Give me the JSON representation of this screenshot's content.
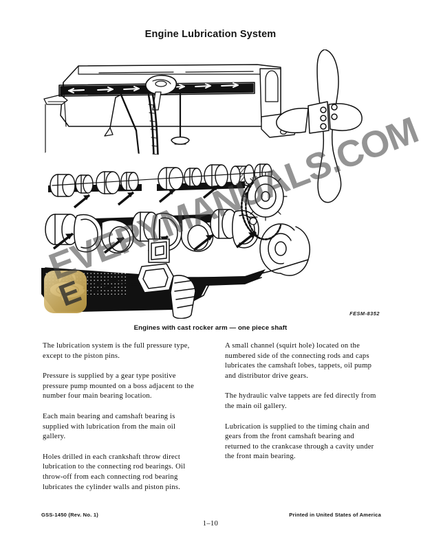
{
  "document": {
    "title": "Engine Lubrication System",
    "page_number": "1–10"
  },
  "figure": {
    "caption": "Engines with cast rocker arm — one piece shaft",
    "code": "FESM-8352",
    "subject": "engine-lubrication-cutaway",
    "components": [
      "rocker arm shaft",
      "oil flow arrows",
      "valve",
      "push rod",
      "camshaft",
      "camshaft bearings",
      "crankshaft",
      "main bearings",
      "connecting rods",
      "oil pan sump",
      "oil pump",
      "oil pickup screen",
      "timing chain",
      "camshaft sprocket",
      "crankshaft pulley",
      "cooling fan",
      "distributor drive"
    ]
  },
  "watermark": {
    "text": "EVERYMANUALS.COM",
    "logo_letter": "E",
    "color": "#404040",
    "badge_color": "#cdae62"
  },
  "body": {
    "left_column": [
      "The lubrication system is the full pressure type, except to the piston pins.",
      "Pressure is supplied by a gear type positive pressure pump mounted on a boss adjacent to the number four main bearing location.",
      "Each main bearing and camshaft bearing is supplied with lubrication from the main oil gallery.",
      "Holes drilled in each crankshaft throw direct lubrication to the connecting rod bearings.  Oil throw-off from each connecting rod bearing lubricates the cylinder walls and piston pins."
    ],
    "right_column": [
      "A small channel (squirt hole) located on the numbered side of the connecting rods and caps lubricates the camshaft lobes, tappets, oil pump and distributor drive gears.",
      "The hydraulic valve tappets are fed directly from the main oil gallery.",
      "Lubrication is supplied to the timing chain and gears from the front camshaft bearing and returned to the crankcase through a cavity under the front main bearing."
    ]
  },
  "footer": {
    "form_number": "GSS-1450 (Rev. No. 1)",
    "print_notice": "Printed in United States of America"
  }
}
